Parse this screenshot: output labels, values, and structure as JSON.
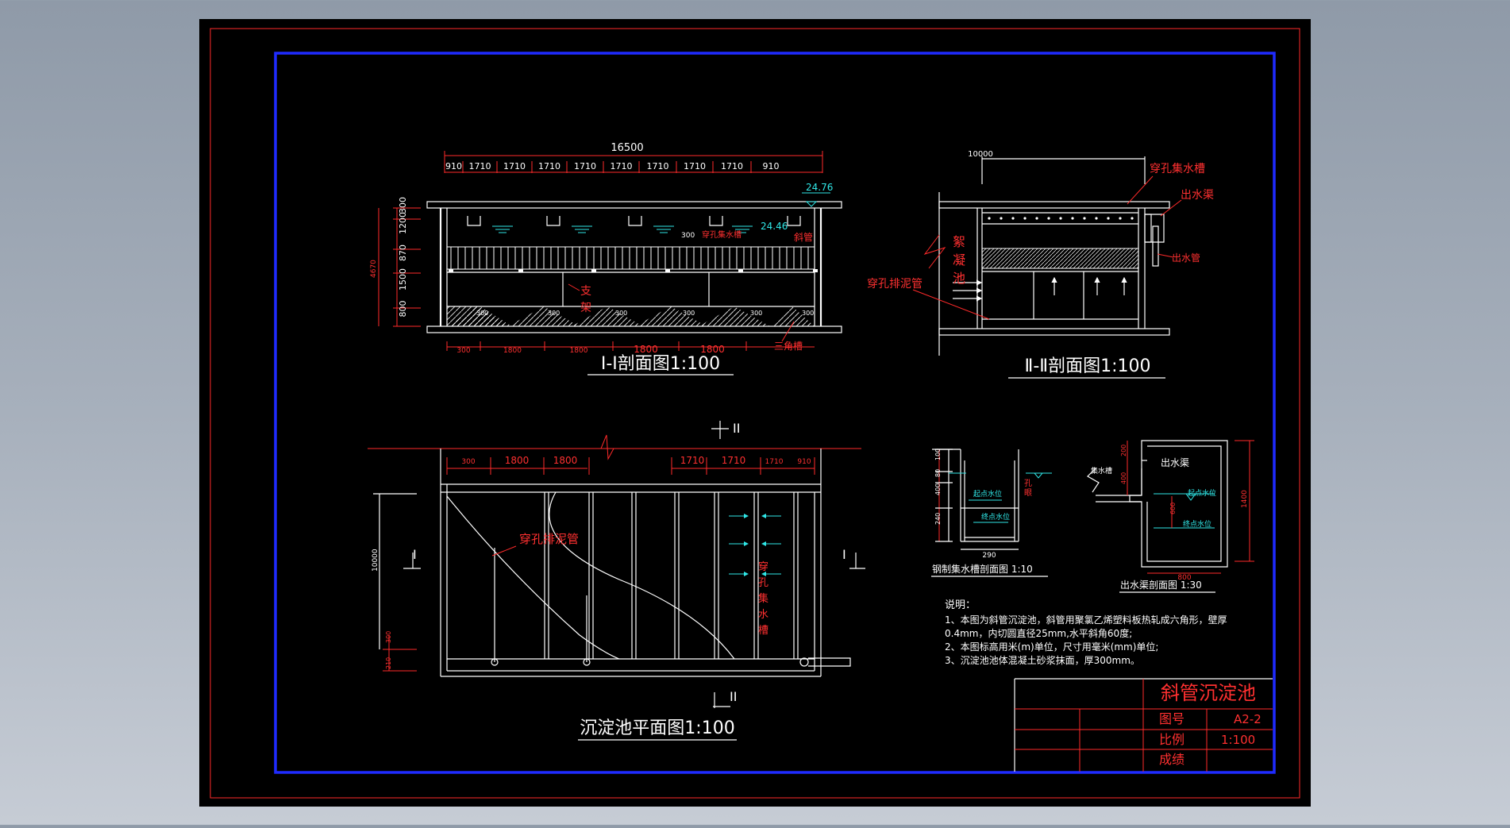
{
  "colors": {
    "sheet": "#000000",
    "border_red": "#ff2a2a",
    "border_blue": "#1f2bff",
    "line": "#ffffff",
    "note": "#ff3030",
    "level": "#30e8e8"
  },
  "section1": {
    "title": "Ⅰ-Ⅰ剖面图1:100",
    "total_width": "16500",
    "top_dims": [
      "910",
      "1710",
      "1710",
      "1710",
      "1710",
      "1710",
      "1710",
      "1710",
      "1710",
      "910"
    ],
    "level_top": "24.76",
    "level_water": "24.46",
    "left_dims": [
      "300",
      "1200",
      "870",
      "1500",
      "800"
    ],
    "left_total": "4670",
    "small_dim": "300",
    "bottom_dims": [
      "300",
      "1800",
      "1800",
      "1800",
      "1800"
    ],
    "trough_dims": [
      "300",
      "300",
      "300",
      "300",
      "300",
      "300"
    ],
    "label_collect": "穿孔集水槽",
    "label_tube": "斜管",
    "label_support": "支",
    "label_support2": "架",
    "label_triangle": "三角槽"
  },
  "section2": {
    "title": "Ⅱ-Ⅱ剖面图1:100",
    "width": "10000",
    "label_collect": "穿孔集水槽",
    "label_channel": "出水渠",
    "label_outpipe": "出水管",
    "label_sludge": "穿孔排泥管",
    "label_floc": [
      "絮",
      "凝",
      "池"
    ]
  },
  "plan": {
    "title": "沉淀池平面图1:100",
    "top_dims": [
      "300",
      "1800",
      "1800",
      "1710",
      "1710",
      "1710",
      "910"
    ],
    "left_dim": "10000",
    "left_small": [
      "300",
      "210"
    ],
    "label_sludge": "穿孔排泥管",
    "label_collect_v": [
      "穿",
      "孔",
      "集",
      "水",
      "槽"
    ],
    "marker_I": "I",
    "marker_II": "II"
  },
  "steel_trough": {
    "title": "钢制集水槽剖面图 1:10",
    "dims": [
      "100",
      "80",
      "400",
      "240"
    ],
    "width": "290",
    "label_hole": "孔",
    "label_hole2": "眼",
    "level1": "起点水位",
    "level2": "终点水位"
  },
  "channel": {
    "title": "出水渠剖面图 1:30",
    "label": "出水渠",
    "label_trough": "集水槽",
    "dims": [
      "200",
      "400",
      "600"
    ],
    "height": "1400",
    "width": "800",
    "level1": "起点水位",
    "level2": "终点水位"
  },
  "notes": {
    "heading": "说明：",
    "lines": [
      "1、本图为斜管沉淀池，斜管用聚氯乙烯塑料板热轧成六角形，壁厚",
      "0.4mm，内切圆直径25mm,水平斜角60度;",
      "2、本图标高用米(m)单位，尺寸用毫米(mm)单位;",
      "3、沉淀池池体混凝土砂浆抹面，厚300mm。"
    ]
  },
  "title_block": {
    "name": "斜管沉淀池",
    "rows": [
      {
        "label": "图号",
        "value": "A2-2"
      },
      {
        "label": "比例",
        "value": "1:100"
      },
      {
        "label": "成绩",
        "value": ""
      }
    ]
  }
}
